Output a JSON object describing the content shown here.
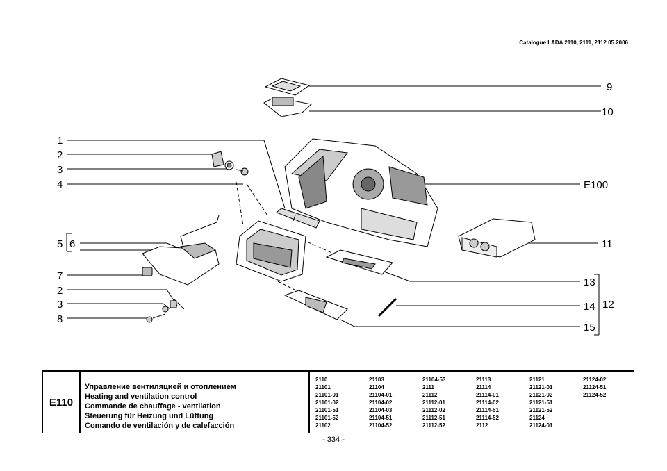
{
  "header": {
    "catalogue": "Catalogue LADA 2110, 2111, 2112  05.2006"
  },
  "callouts": {
    "c1": "1",
    "c2a": "2",
    "c3a": "3",
    "c4": "4",
    "c5": "5",
    "c6": "6",
    "c7": "7",
    "c2b": "2",
    "c3b": "3",
    "c8": "8",
    "c9": "9",
    "c10": "10",
    "e100": "E100",
    "c11": "11",
    "c13": "13",
    "c14": "14",
    "c12": "12",
    "c15": "15"
  },
  "footer": {
    "code": "E110",
    "titles": [
      "Управление вентиляцией и отоплением",
      "Heating and ventilation control",
      "Commande de chauffage - ventilation",
      "Steuerung für Heizung und Lüftung",
      "Comando de ventilación y de calefacción"
    ],
    "models": [
      [
        "2110",
        "21101",
        "21101-01",
        "21101-02",
        "21101-51",
        "21101-52",
        "21102"
      ],
      [
        "21103",
        "21104",
        "21104-01",
        "21104-02",
        "21104-03",
        "21104-51",
        "21104-52"
      ],
      [
        "21104-53",
        "2111",
        "21112",
        "21112-01",
        "21112-02",
        "21112-51",
        "21112-52"
      ],
      [
        "21113",
        "21114",
        "21114-01",
        "21114-02",
        "21114-51",
        "21114-52",
        "2112"
      ],
      [
        "21121",
        "21121-01",
        "21121-02",
        "21121-51",
        "21121-52",
        "21124",
        "21124-01"
      ],
      [
        "21124-02",
        "21124-51",
        "21124-52"
      ]
    ]
  },
  "page_number": "- 334 -"
}
